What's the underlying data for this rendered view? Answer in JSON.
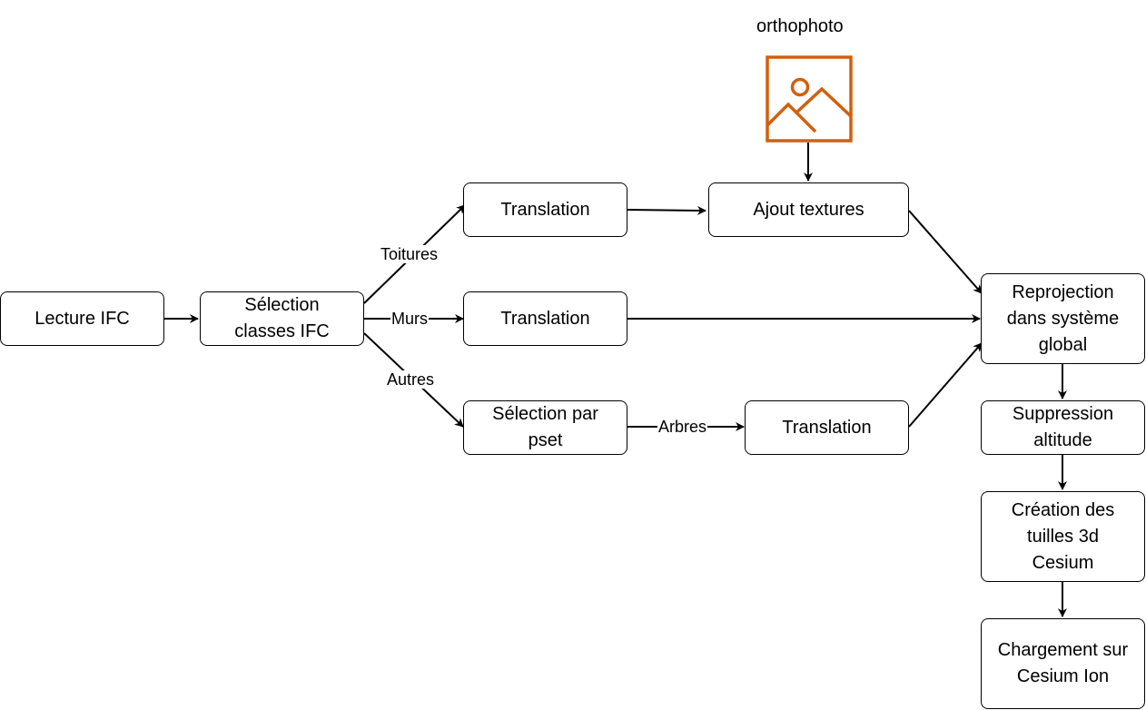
{
  "nodes": {
    "lecture_ifc": "Lecture IFC",
    "selection_classes": "Sélection\nclasses IFC",
    "translation_toitures": "Translation",
    "translation_murs": "Translation",
    "selection_pset": "Sélection par\npset",
    "translation_arbres": "Translation",
    "ajout_textures": "Ajout textures",
    "reprojection": "Reprojection\ndans système\nglobal",
    "suppression_altitude": "Suppression\naltitude",
    "creation_tuilles": "Création des\ntuilles 3d\nCesium",
    "chargement": "Chargement sur\nCesium Ion"
  },
  "edge_labels": {
    "toitures": "Toitures",
    "murs": "Murs",
    "autres": "Autres",
    "arbres": "Arbres"
  },
  "orthophoto": {
    "label": "orthophoto",
    "icon": "image-icon",
    "color": "#d0600e"
  }
}
